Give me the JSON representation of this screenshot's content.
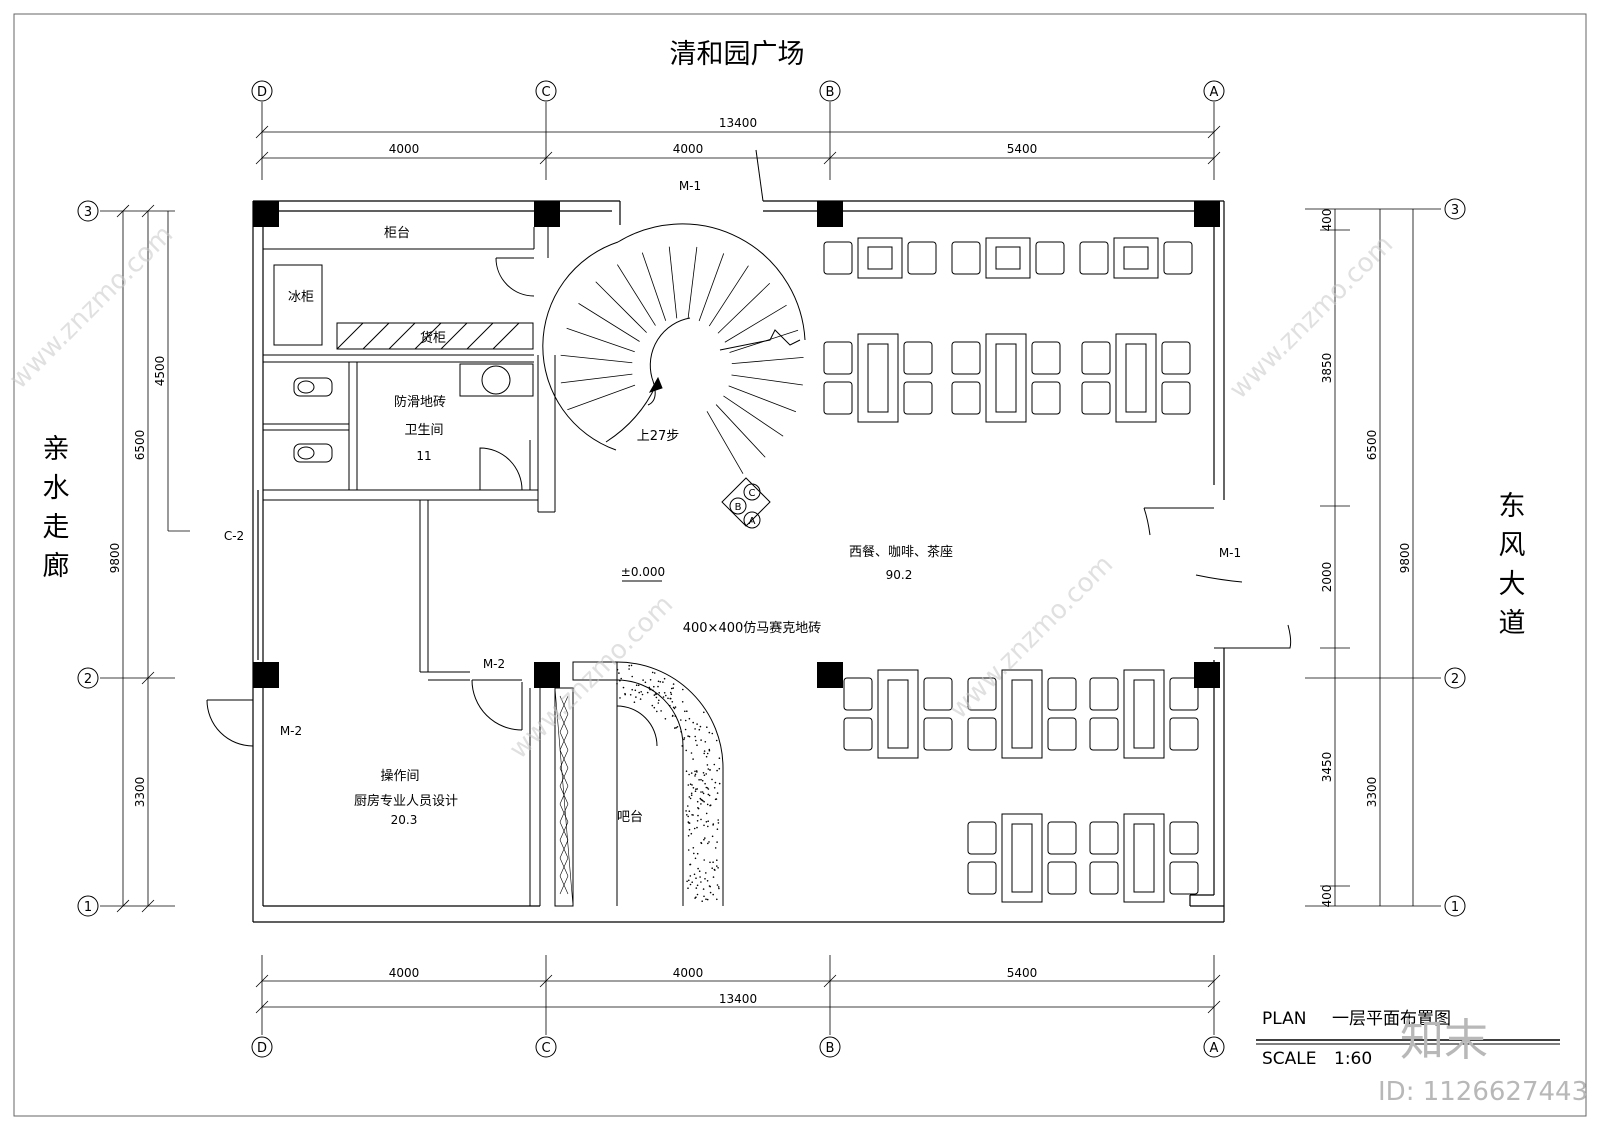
{
  "titles": {
    "top": "清和园广场",
    "left": "亲水走廊",
    "right": "东风大道"
  },
  "grid_axes": {
    "columns": [
      "D",
      "C",
      "B",
      "A"
    ],
    "rows": [
      "3",
      "2",
      "1"
    ]
  },
  "dimensions": {
    "top_total": "13400",
    "top_segments": [
      "4000",
      "4000",
      "5400"
    ],
    "bottom_total": "13400",
    "bottom_segments": [
      "4000",
      "4000",
      "5400"
    ],
    "left_inner": "4500",
    "left_mid": [
      "6500",
      "3300"
    ],
    "left_total": "9800",
    "right_inner": [
      "400",
      "3850",
      "2000",
      "3450",
      "400"
    ],
    "right_mid": [
      "6500",
      "3300"
    ],
    "right_total": "9800"
  },
  "rooms": {
    "counter": "柜台",
    "fridge": "冰柜",
    "shelf": "货柜",
    "toilet_floor": "防滑地砖",
    "toilet_name": "卫生间",
    "toilet_area": "11",
    "stairs": "上27步",
    "dining_name": "西餐、咖啡、茶座",
    "dining_area": "90.2",
    "level": "±0.000",
    "floor_tile": "400×400仿马赛克地砖",
    "kitchen_name": "操作间",
    "kitchen_note": "厨房专业人员设计",
    "kitchen_area": "20.3",
    "bar": "吧台"
  },
  "doors": {
    "m1_top": "M-1",
    "m1_right": "M-1",
    "m2_left": "M-2",
    "m2_mid": "M-2",
    "c2": "C-2"
  },
  "index_symbol": [
    "C",
    "B",
    "A"
  ],
  "title_block": {
    "plan_label": "PLAN",
    "plan_title": "一层平面布置图",
    "scale_label": "SCALE",
    "scale_value": "1:60"
  },
  "watermark": {
    "brand": "知末",
    "id": "ID: 1126627443",
    "site": "www.znzmo.com"
  }
}
